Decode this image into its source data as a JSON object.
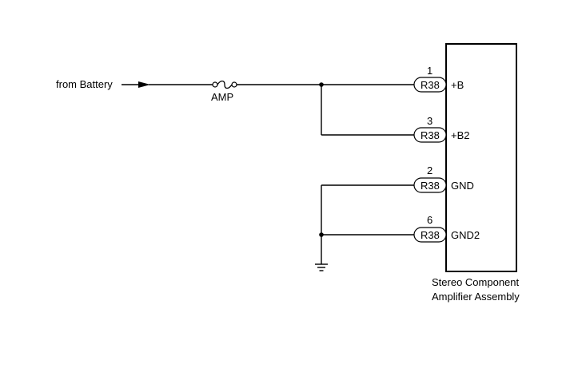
{
  "input": {
    "label": "from Battery"
  },
  "fuse": {
    "label": "AMP"
  },
  "component": {
    "name_line1": "Stereo Component",
    "name_line2": "Amplifier Assembly"
  },
  "pins": [
    {
      "number": "1",
      "connector": "R38",
      "signal": "+B"
    },
    {
      "number": "3",
      "connector": "R38",
      "signal": "+B2"
    },
    {
      "number": "2",
      "connector": "R38",
      "signal": "GND"
    },
    {
      "number": "6",
      "connector": "R38",
      "signal": "GND2"
    }
  ]
}
